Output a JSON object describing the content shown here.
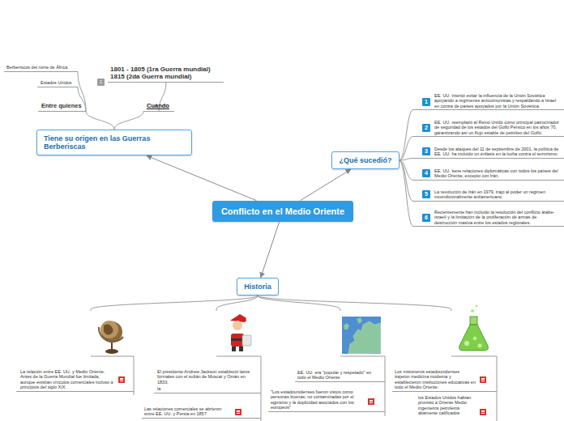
{
  "diagram": {
    "nodes": [
      {
        "text": [
          "Conflicto en el Medio Oriente"
        ]
      },
      {
        "text": [
          "Tiene su origen en las Guerras Berberiscas"
        ]
      },
      {
        "text": [
          "¿Qué sucedió?"
        ]
      },
      {
        "text": [
          "Historia"
        ]
      }
    ],
    "edges": [
      {
        "from": 0,
        "to": 1,
        "arrow": "to"
      },
      {
        "from": 0,
        "to": 2,
        "arrow": "to"
      },
      {
        "from": 0,
        "to": 3,
        "arrow": "to"
      }
    ],
    "labels": [
      "Berberiscos del norte de África",
      "Estados Unidos",
      "1801 - 1805 (1ra Guerra mundial)",
      "1815 (2da Guerra mundial)",
      "1",
      "Entre quienes",
      "Cuándo",
      "1",
      "EE. UU. intentó evitar la influencia de la Unión Soviética apoyando a regímenes anticomunistas y respaldando a Israel en contra de países apoyados por la Unión Soviética.",
      "2",
      "EE. UU. reemplazó al Reino Unido como principal patrocinador de seguridad de los estados del Golfo Pérsico en los años 70, garantizando así un flujo estable de petróleo del Golfo.",
      "3",
      "Desde los ataques del 11 de septiembre de 2001, la política de EE. UU. ha incluido un énfasis en la lucha contra el terrorismo.",
      "4",
      "EE. UU. tiene relaciones diplomáticas con todos los países del Medio Oriente, excepto con Irán.",
      "5",
      "La revolución de Irán en 1979, trajo al poder un régimen incondicionalmente antiamericano.",
      "6",
      "Recientemente han incluido la resolución del conflicto árabe-israelí y la limitación de la proliferación de armas de destrucción masiva entre los estados regionales.",
      "La relación entre EE. UU. y Medio Oriente. Antes de la Guerra Mundial fue limitada, aunque existían vínculos comerciales incluso a principios del siglo XIX.",
      "El presidente Andrew Jackson estableció lazos formales con el sultán de Muscat y Omán en 1833.",
      "la",
      "Las relaciones comerciales se abrieron entre EE. UU. y Persia en 1857",
      "EE. UU. era \"popular y respetado\" en todo el Medio Oriente",
      "\"Los estadounidenses fueron vistos como personas buenas, no contaminadas por el egoísmo y la duplicidad asociados con los europeos\"",
      "Los misioneros estadounidenses trajeron medicina moderna y establecieron instituciones educativas en todo el Medio Oriente.",
      "los Estados Unidos habían provisto a Oriente Medio ingenieros petroleros altamente calificados"
    ]
  }
}
